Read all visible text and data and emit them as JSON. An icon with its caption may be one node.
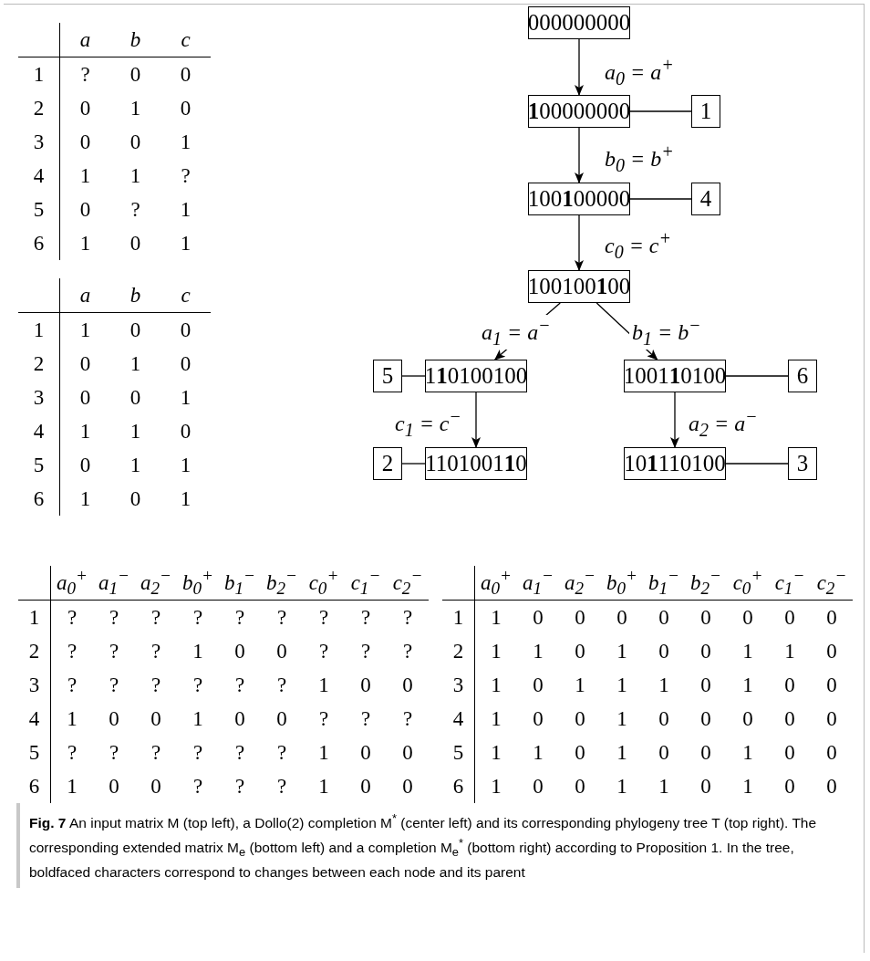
{
  "diagram": {
    "caption": "**Fig. 7** An input matrix M (top left), a Dollo(2) completion M$^{*}$ (center left) and its corresponding phylogeny tree T (top right). The corresponding extended matrix M$_{e}$ (bottom left) and a completion M$_{e}$$^{*}$ (bottom right) according to Proposition 1. In the tree, boldfaced characters correspond to changes between each node and its parent",
    "nodes": [
      {
        "text": [
          "000000000"
        ]
      },
      {
        "text": [
          "**1**00000000"
        ]
      },
      {
        "text": [
          "1"
        ]
      },
      {
        "text": [
          "100**1**00000"
        ]
      },
      {
        "text": [
          "4"
        ]
      },
      {
        "text": [
          "100100**1**00"
        ]
      },
      {
        "text": [
          "5"
        ]
      },
      {
        "text": [
          "1**1**0100100"
        ]
      },
      {
        "text": [
          "1001**1**0100"
        ]
      },
      {
        "text": [
          "6"
        ]
      },
      {
        "text": [
          "2"
        ]
      },
      {
        "text": [
          "1101001**1**0"
        ]
      },
      {
        "text": [
          "10**1**110100"
        ]
      },
      {
        "text": [
          "3"
        ]
      }
    ],
    "edges": [
      {
        "from": 0,
        "to": 1,
        "arrow": "to",
        "label": "a$_{0}$ = a$^{+}$"
      },
      {
        "from": 1,
        "to": 2,
        "arrow": "none"
      },
      {
        "from": 1,
        "to": 3,
        "arrow": "to",
        "label": "b$_{0}$ = b$^{+}$"
      },
      {
        "from": 3,
        "to": 4,
        "arrow": "none"
      },
      {
        "from": 3,
        "to": 5,
        "arrow": "to",
        "label": "c$_{0}$ = c$^{+}$"
      },
      {
        "from": 5,
        "to": 7,
        "arrow": "to",
        "label": "a$_{1}$ = a$^{−}$"
      },
      {
        "from": 5,
        "to": 8,
        "arrow": "to",
        "label": "b$_{1}$ = b$^{−}$"
      },
      {
        "from": 6,
        "to": 7,
        "arrow": "none"
      },
      {
        "from": 8,
        "to": 9,
        "arrow": "none"
      },
      {
        "from": 7,
        "to": 11,
        "arrow": "to",
        "label": "c$_{1}$ = c$^{−}$"
      },
      {
        "from": 8,
        "to": 12,
        "arrow": "to",
        "label": "a$_{2}$ = a$^{−}$"
      },
      {
        "from": 10,
        "to": 11,
        "arrow": "none"
      },
      {
        "from": 12,
        "to": 13,
        "arrow": "none"
      }
    ],
    "labels": [
      "a",
      "b",
      "c",
      "1",
      "?",
      "0",
      "0",
      "2",
      "0",
      "1",
      "0",
      "3",
      "0",
      "0",
      "1",
      "4",
      "1",
      "1",
      "?",
      "5",
      "0",
      "?",
      "1",
      "6",
      "1",
      "0",
      "1",
      "a",
      "b",
      "c",
      "1",
      "1",
      "0",
      "0",
      "2",
      "0",
      "1",
      "0",
      "3",
      "0",
      "0",
      "1",
      "4",
      "1",
      "1",
      "0",
      "5",
      "0",
      "1",
      "1",
      "6",
      "1",
      "0",
      "1",
      "a$_{0}$$^{+}$",
      "a$_{1}$$^{−}$",
      "a$_{2}$$^{−}$",
      "b$_{0}$$^{+}$",
      "b$_{1}$$^{−}$",
      "b$_{2}$$^{−}$",
      "c$_{0}$$^{+}$",
      "c$_{1}$$^{−}$",
      "c$_{2}$$^{−}$",
      "1",
      "?",
      "?",
      "?",
      "?",
      "?",
      "?",
      "?",
      "?",
      "?",
      "2",
      "?",
      "?",
      "?",
      "1",
      "0",
      "0",
      "?",
      "?",
      "?",
      "3",
      "?",
      "?",
      "?",
      "?",
      "?",
      "?",
      "1",
      "0",
      "0",
      "4",
      "1",
      "0",
      "0",
      "1",
      "0",
      "0",
      "?",
      "?",
      "?",
      "5",
      "?",
      "?",
      "?",
      "?",
      "?",
      "?",
      "1",
      "0",
      "0",
      "6",
      "1",
      "0",
      "0",
      "?",
      "?",
      "?",
      "1",
      "0",
      "0",
      "a$_{0}$$^{+}$",
      "a$_{1}$$^{−}$",
      "a$_{2}$$^{−}$",
      "b$_{0}$$^{+}$",
      "b$_{1}$$^{−}$",
      "b$_{2}$$^{−}$",
      "c$_{0}$$^{+}$",
      "c$_{1}$$^{−}$",
      "c$_{2}$$^{−}$",
      "1",
      "1",
      "0",
      "0",
      "0",
      "0",
      "0",
      "0",
      "0",
      "0",
      "2",
      "1",
      "1",
      "0",
      "1",
      "0",
      "0",
      "1",
      "1",
      "0",
      "3",
      "1",
      "0",
      "1",
      "1",
      "1",
      "0",
      "1",
      "0",
      "0",
      "4",
      "1",
      "0",
      "0",
      "1",
      "0",
      "0",
      "0",
      "0",
      "0",
      "5",
      "1",
      "1",
      "0",
      "1",
      "0",
      "0",
      "1",
      "0",
      "0",
      "6",
      "1",
      "0",
      "0",
      "1",
      "1",
      "0",
      "1",
      "0",
      "0"
    ]
  }
}
